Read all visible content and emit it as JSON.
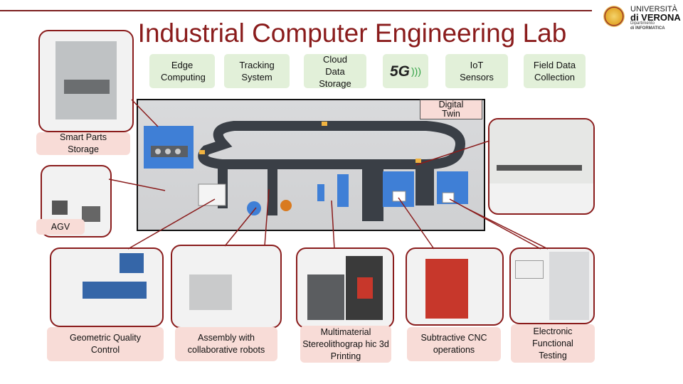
{
  "title": "Industrial Computer Engineering Lab",
  "logo": {
    "line1": "UNIVERSITÀ",
    "line2": "di VERONA",
    "line3": "Dipartimento",
    "line4": "di INFORMATICA"
  },
  "technologies": [
    {
      "label": "Edge Computing"
    },
    {
      "label": "Tracking System"
    },
    {
      "label": "Cloud Data Storage"
    },
    {
      "label": "5G"
    },
    {
      "label": "IoT Sensors"
    },
    {
      "label": "Field Data Collection"
    }
  ],
  "digital_twin_label": "Digital Twin",
  "stations": [
    {
      "label": "Smart Parts Storage"
    },
    {
      "label": "AGV"
    },
    {
      "label": "Geometric Quality Control"
    },
    {
      "label": "Assembly with collaborative robots"
    },
    {
      "label": "Multimaterial Stereolithograp hic 3d Printing"
    },
    {
      "label": "Subtractive CNC operations"
    },
    {
      "label": "Electronic Functional Testing"
    }
  ],
  "colors": {
    "accent": "#8a1c1c",
    "tech_bg": "#e2f0d9",
    "label_bg": "#f8dcd7",
    "machine_blue": "#3f7fd6",
    "belt": "#3a3f46"
  }
}
